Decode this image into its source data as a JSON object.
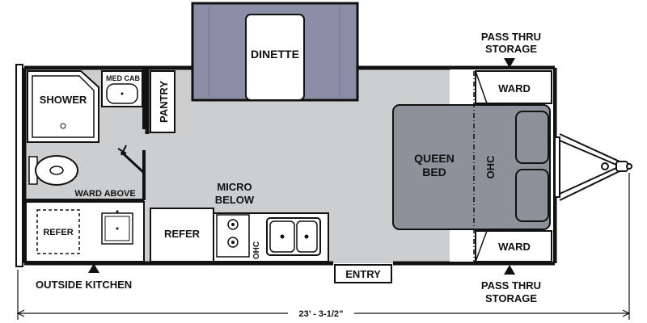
{
  "floorplan": {
    "rooms": {
      "dinette": "DINETTE",
      "shower": "SHOWER",
      "med_cab": "MED CAB",
      "pantry": "PANTRY",
      "ward_above": "WARD ABOVE",
      "refer_outside": "REFER",
      "refer_inside": "REFER",
      "micro_line1": "MICRO",
      "micro_line2": "BELOW",
      "ohc_kitchen": "OHC",
      "queen_line1": "QUEEN",
      "queen_line2": "BED",
      "ohc_bed": "OHC",
      "ward_top": "WARD",
      "ward_bottom": "WARD",
      "entry": "ENTRY"
    },
    "callouts": {
      "pass_thru_top_line1": "PASS THRU",
      "pass_thru_top_line2": "STORAGE",
      "pass_thru_bottom_line1": "PASS THRU",
      "pass_thru_bottom_line2": "STORAGE",
      "outside_kitchen": "OUTSIDE KITCHEN"
    },
    "dimension": "23’ - 3-1/2”",
    "colors": {
      "floor": "#cdced0",
      "slide_out": "#8a8fa6",
      "bed": "#8e909a",
      "wall": "#111111",
      "fixture": "#ffffff"
    }
  }
}
